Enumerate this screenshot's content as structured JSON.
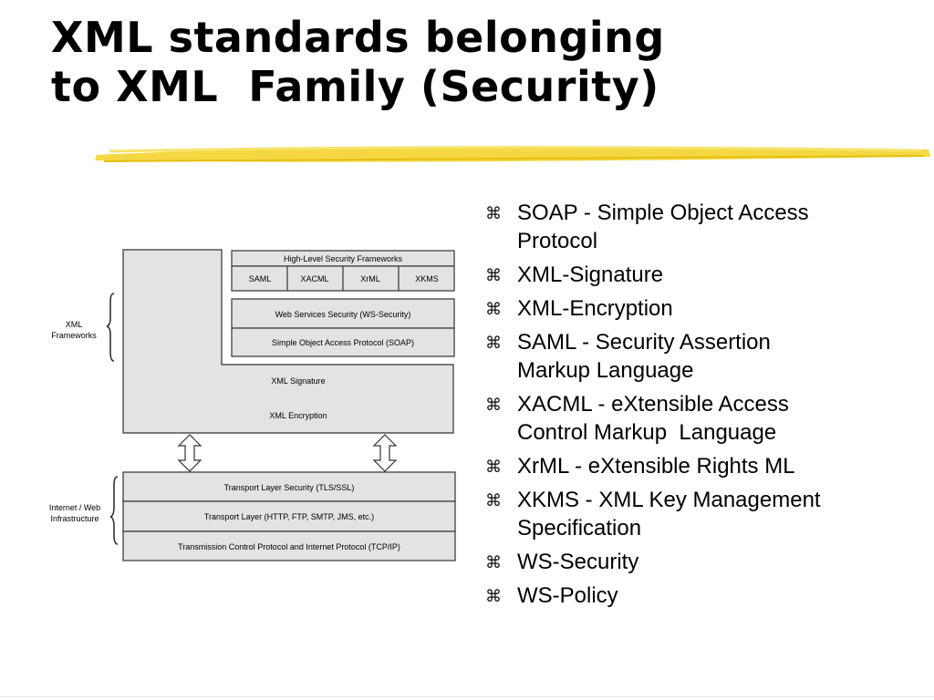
{
  "slide": {
    "title_line1": "XML standards belonging",
    "title_line2": "to XML  Family (Security)",
    "accent_color": "#F2D022"
  },
  "diagram": {
    "top_box_title": "High-Level Security Frameworks",
    "frameworks": [
      "SAML",
      "XACML",
      "XrML",
      "XKMS"
    ],
    "ws_security": "Web Services Security (WS-Security)",
    "soap": "Simple Object Access Protocol (SOAP)",
    "xml_signature": "XML Signature",
    "xml_encryption": "XML Encryption",
    "tls": "Transport Layer Security (TLS/SSL)",
    "transport": "Transport Layer (HTTP, FTP, SMTP, JMS, etc.)",
    "tcpip": "Transmission Control Protocol and Internet Protocol (TCP/IP)",
    "label_xml_frameworks": [
      "XML",
      "Frameworks"
    ],
    "label_internet": [
      "Internet / Web",
      "Infrastructure"
    ],
    "fill_color": "#E3E3E3",
    "line_color": "#333333"
  },
  "bullets": {
    "icon": "command-key-icon",
    "glyph": "⌘",
    "items": [
      [
        "SOAP - Simple Object Access",
        "Protocol"
      ],
      [
        "XML-Signature"
      ],
      [
        "XML-Encryption"
      ],
      [
        "SAML - Security Assertion",
        "Markup Language"
      ],
      [
        "XACML - eXtensible Access",
        "Control Markup  Language"
      ],
      [
        "XrML - eXtensible Rights ML"
      ],
      [
        "XKMS - XML Key Management",
        "Specification"
      ],
      [
        "WS-Security"
      ],
      [
        "WS-Policy"
      ]
    ]
  }
}
